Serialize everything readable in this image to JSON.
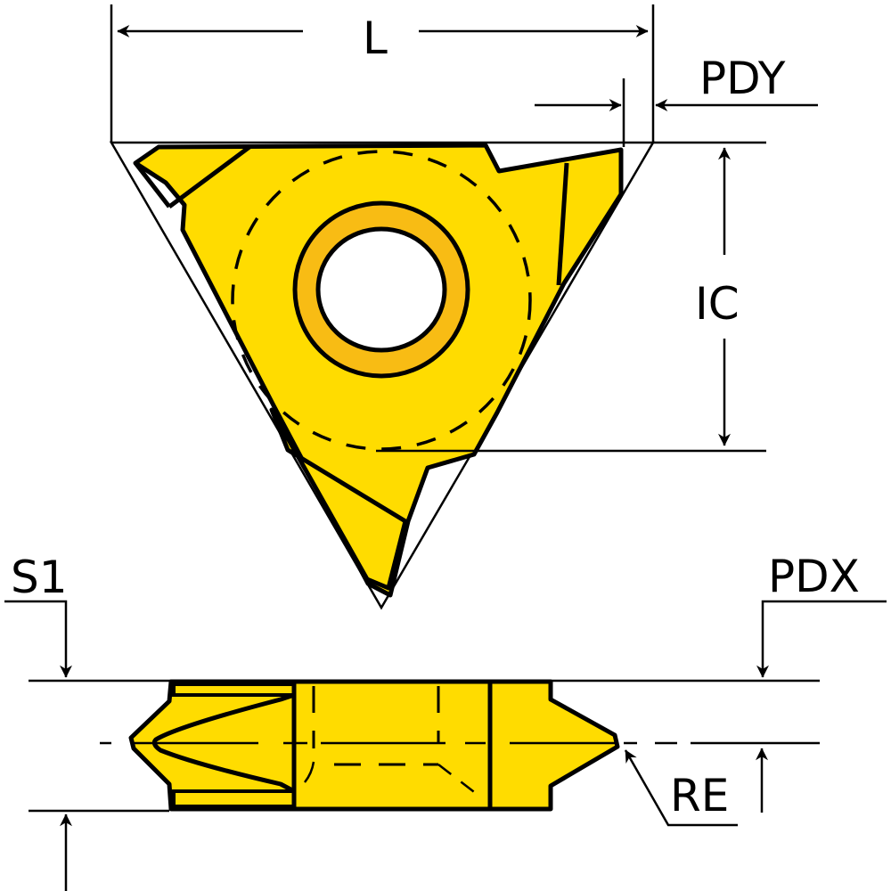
{
  "diagram": {
    "title": "Triangular threading insert dimension drawing",
    "colors": {
      "insert_body": "#FFDC00",
      "clamp_ring": "#F8BC14",
      "outline": "#000000",
      "background": "#FFFFFF"
    },
    "views": {
      "top_view": {
        "description": "Triangular insert, top view with center hole",
        "dimensions": {
          "L": "L",
          "PDY": "PDY",
          "IC": "IC"
        }
      },
      "side_view": {
        "description": "Insert side profile",
        "dimensions": {
          "S1": "S1",
          "PDX": "PDX",
          "RE": "RE"
        }
      }
    }
  }
}
